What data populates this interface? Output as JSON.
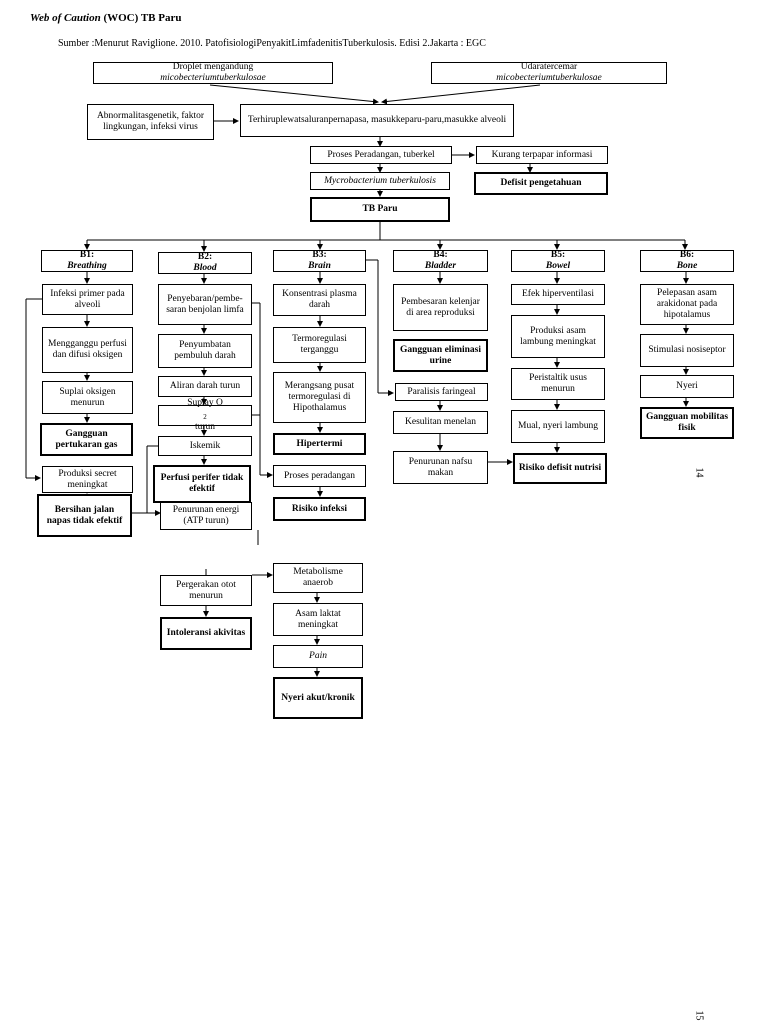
{
  "header": {
    "title_prefix": "Web of Caution",
    "title_suffix": " (WOC) TB Paru",
    "source": "Sumber :Menurut Raviglione. 2010. PatofisiologiPenyakitLimfadenitisTuberkulosis. Edisi 2.Jakarta : EGC"
  },
  "top": {
    "droplet_a": "Droplet mengandung",
    "droplet_b": "micobecteriumtuberkulosae",
    "udara_a": "Udaratercemar",
    "udara_b": "micobecteriumtuberkulosae",
    "abnormal": "Abnormalitasgenetik, faktor lingkungan, infeksi virus",
    "terhirup": "Terhiruplewatsaluranpernapasa, masukkeparu-paru,masukke alveoli",
    "proses": "Proses Peradangan, tuberkel",
    "kurang": "Kurang terpapar informasi",
    "myco": "Mycrobacterium tuberkulosis",
    "defisit": "Defisit pengetahuan",
    "tb": "TB Paru"
  },
  "b1": {
    "hdr_a": "B1: ",
    "hdr_b": "Breathing",
    "infeksi": "Infeksi primer pada alveoli",
    "mengganggu": "Mengganggu perfusi dan difusi oksigen",
    "suplai": "Suplai oksigen menurun",
    "gangguan": "Gangguan pertukaran gas",
    "produksi": "Produksi secret meningkat",
    "bersihan": "Bersihan jalan napas tidak efektif"
  },
  "b2": {
    "hdr_a": "B2: ",
    "hdr_b": "Blood",
    "penyebaran": "Penyebaran/pembe-saran benjolan limfa",
    "penyumbatan": "Penyumbatan pembuluh darah",
    "aliran": "Aliran darah turun",
    "suplay_a": "Suplay O",
    "suplay_sub": "2",
    "suplay_b": " turun",
    "iskemik": "Iskemik",
    "perfusi": "Perfusi perifer tidak efektif",
    "penurunan": "Penurunan energi (ATP turun)",
    "pergerakan": "Pergerakan otot menurun",
    "intoleransi": "Intoleransi akivitas"
  },
  "b3": {
    "hdr_a": "B3: ",
    "hdr_b": "Brain",
    "konsentrasi": "Konsentrasi plasma darah",
    "termoregulasi": "Termoregulasi terganggu",
    "merangsang": "Merangsang pusat termoregulasi di Hipothalamus",
    "hipertermi": "Hipertermi",
    "proses": "Proses peradangan",
    "risiko": "Risiko infeksi",
    "metabolisme": "Metabolisme anaerob",
    "asam": "Asam laktat meningkat",
    "pain": "Pain",
    "nyeri": "Nyeri akut/kronik"
  },
  "b4": {
    "hdr_a": "B4: ",
    "hdr_b": "Bladder",
    "pembesaran": "Pembesaran kelenjar di area reproduksi",
    "gangguan": "Gangguan eliminasi urine",
    "paralisis": "Paralisis faringeal",
    "kesulitan": "Kesulitan menelan",
    "penurunan": "Penurunan nafsu makan"
  },
  "b5": {
    "hdr_a": "B5: ",
    "hdr_b": "Bowel",
    "efek": "Efek hiperventilasi",
    "produksi": "Produksi asam lambung meningkat",
    "peristaltik": "Peristaltik usus menurun",
    "mual": "Mual, nyeri lambung",
    "risiko": "Risiko defisit nutrisi"
  },
  "b6": {
    "hdr_a": "B6: ",
    "hdr_b": "Bone",
    "pelepasan": "Pelepasan asam arakidonat pada hipotalamus",
    "stimulasi": "Stimulasi nosiseptor",
    "nyeri": "Nyeri",
    "gangguan": "Gangguan mobilitas fisik"
  },
  "pages": {
    "p14": "14",
    "p15": "15"
  }
}
